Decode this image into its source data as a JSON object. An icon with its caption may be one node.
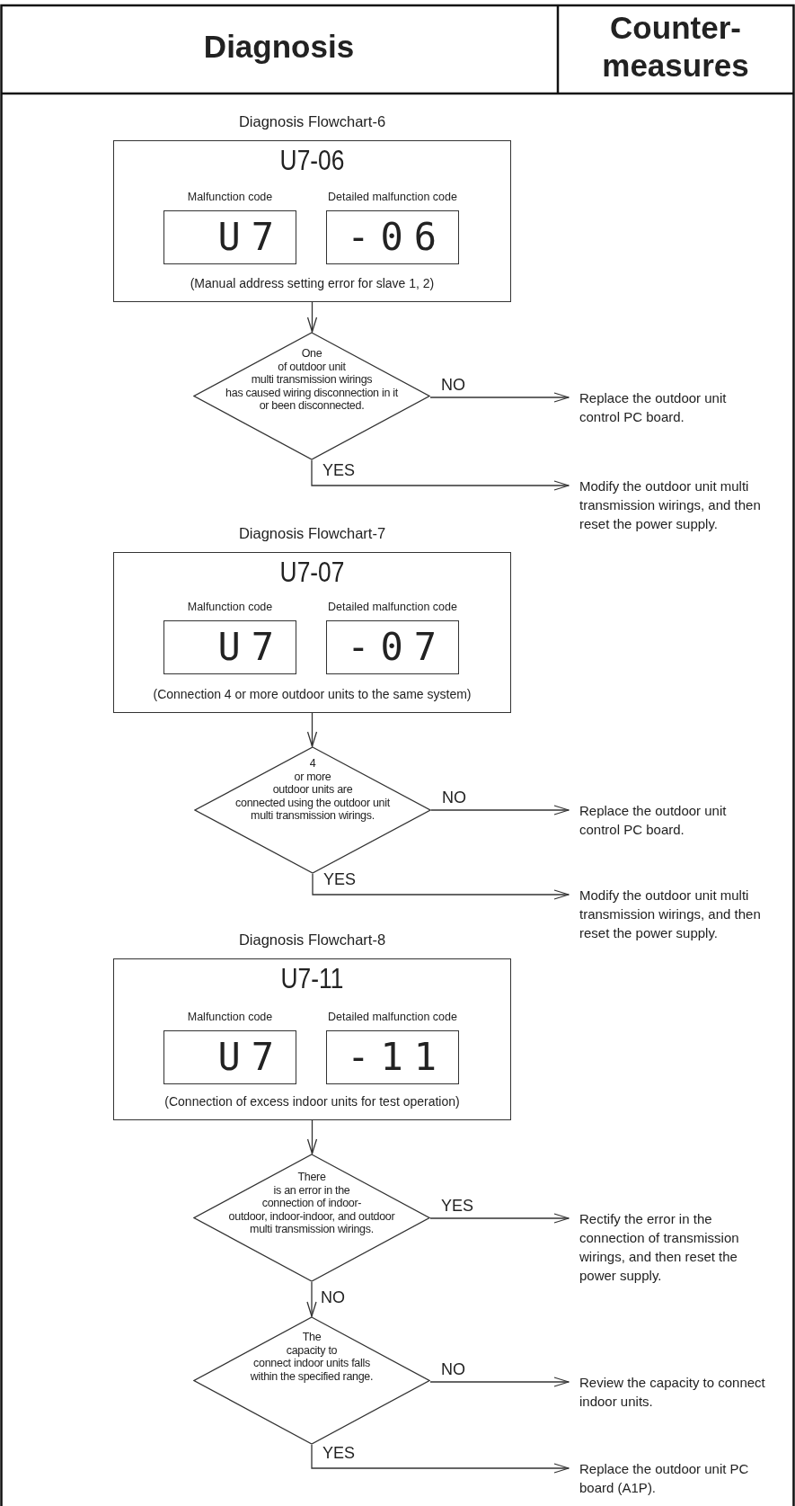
{
  "diagram": {
    "nodes": [
      {
        "text": [
          "U7-06",
          "(Manual address setting error for slave 1, 2)"
        ],
        "beside": [
          "Diagnosis Flowchart-6"
        ]
      },
      {
        "text": [
          "U7"
        ],
        "beside": [
          "Malfunction code"
        ],
        "in": 0
      },
      {
        "text": [
          "-06"
        ],
        "beside": [
          "Detailed malfunction code"
        ],
        "in": 0
      },
      {
        "text": [
          "One of outdoor unit multi transmission wirings has caused wiring disconnection in it or been disconnected."
        ]
      },
      {
        "text": [
          "Replace the outdoor unit control PC board."
        ]
      },
      {
        "text": [
          "Modify the outdoor unit multi transmission wirings, and then reset the power supply."
        ]
      },
      {
        "text": [
          "U7-07",
          "(Connection 4 or more outdoor units to the same system)"
        ],
        "beside": [
          "Diagnosis Flowchart-7"
        ]
      },
      {
        "text": [
          "U7"
        ],
        "beside": [
          "Malfunction code"
        ],
        "in": 6
      },
      {
        "text": [
          "-07"
        ],
        "beside": [
          "Detailed malfunction code"
        ],
        "in": 6
      },
      {
        "text": [
          "4 or more outdoor units are connected using the outdoor unit multi transmission wirings."
        ]
      },
      {
        "text": [
          "Replace the outdoor unit control PC board."
        ]
      },
      {
        "text": [
          "Modify the outdoor unit multi transmission wirings, and then reset the power supply."
        ]
      },
      {
        "text": [
          "U7-11",
          "(Connection of excess indoor units for test operation)"
        ],
        "beside": [
          "Diagnosis Flowchart-8"
        ]
      },
      {
        "text": [
          "U7"
        ],
        "beside": [
          "Malfunction code"
        ],
        "in": 12
      },
      {
        "text": [
          "-11"
        ],
        "beside": [
          "Detailed malfunction code"
        ],
        "in": 12
      },
      {
        "text": [
          "There is an error in the connection of indoor-outdoor, indoor-indoor, and outdoor multi transmission wirings."
        ]
      },
      {
        "text": [
          "Rectify the error in the connection of transmission wirings, and then reset the power supply."
        ]
      },
      {
        "text": [
          "The capacity to connect indoor units falls within the specified range."
        ]
      },
      {
        "text": [
          "Review the capacity to connect indoor units."
        ]
      },
      {
        "text": [
          "Replace the outdoor unit PC board (A1P)."
        ]
      }
    ],
    "edges": [
      {
        "from": 0,
        "to": 3,
        "arrow": "to"
      },
      {
        "from": 3,
        "to": 4,
        "label": "NO",
        "arrow": "to"
      },
      {
        "from": 3,
        "to": 5,
        "label": "YES",
        "arrow": "to"
      },
      {
        "from": 6,
        "to": 9,
        "arrow": "to"
      },
      {
        "from": 9,
        "to": 10,
        "label": "NO",
        "arrow": "to"
      },
      {
        "from": 9,
        "to": 11,
        "label": "YES",
        "arrow": "to"
      },
      {
        "from": 12,
        "to": 15,
        "arrow": "to"
      },
      {
        "from": 15,
        "to": 16,
        "label": "YES",
        "arrow": "to"
      },
      {
        "from": 15,
        "to": 17,
        "label": "NO",
        "arrow": "to"
      },
      {
        "from": 17,
        "to": 18,
        "label": "NO",
        "arrow": "to"
      },
      {
        "from": 17,
        "to": 19,
        "label": "YES",
        "arrow": "to"
      }
    ],
    "labels": [
      "Diagnosis",
      "Counter-measures"
    ]
  }
}
